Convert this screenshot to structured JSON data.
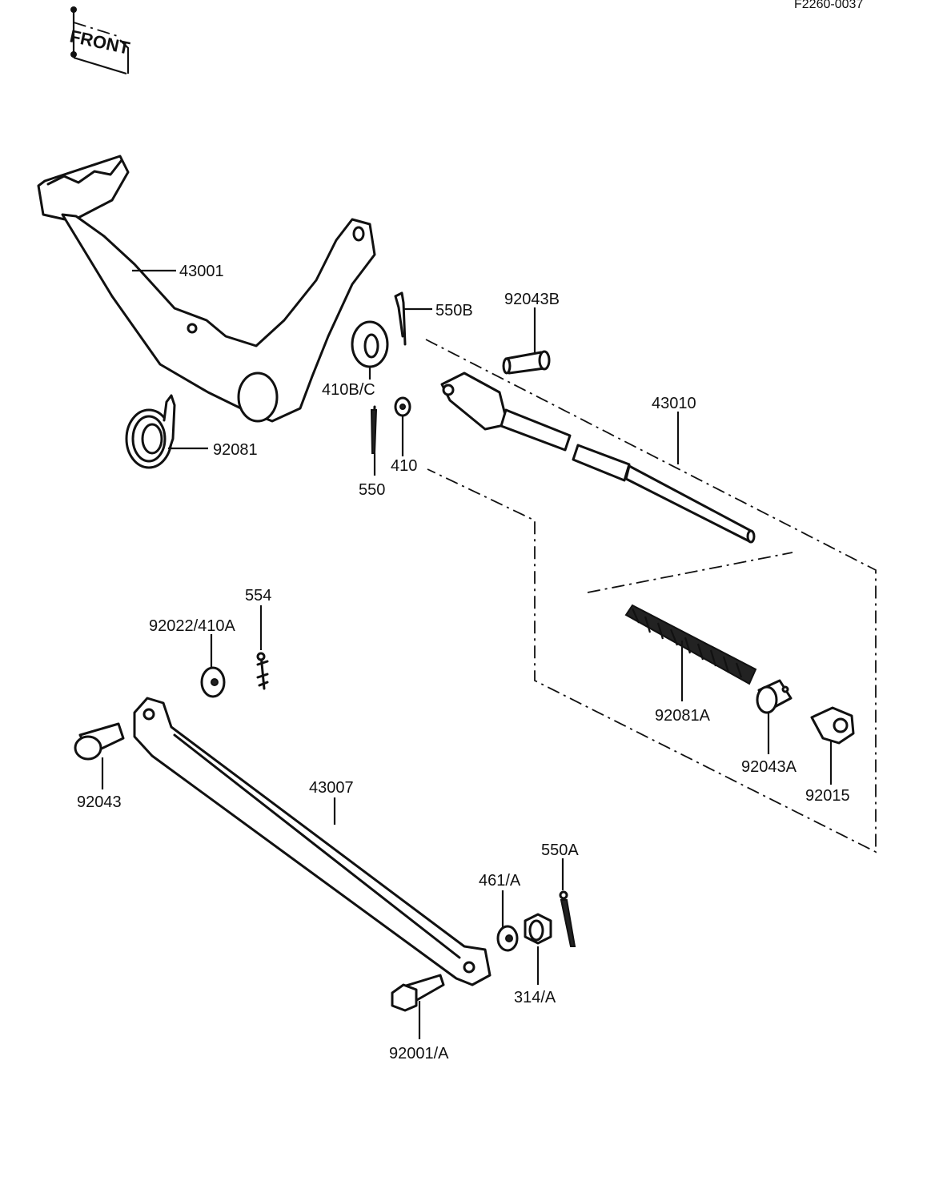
{
  "figure_code": "F2260-0037",
  "front_marker": "FRONT",
  "labels": {
    "p43001": "43001",
    "p550B": "550B",
    "p92043B": "92043B",
    "p410B": "410B/C",
    "p43010": "43010",
    "p92081": "92081",
    "p550": "550",
    "p410": "410",
    "p554": "554",
    "p92022": "92022/410A",
    "p92081A": "92081A",
    "p92043A": "92043A",
    "p92015": "92015",
    "p92043": "92043",
    "p43007": "43007",
    "p550A": "550A",
    "p461": "461/A",
    "p314": "314/A",
    "p92001": "92001/A"
  }
}
